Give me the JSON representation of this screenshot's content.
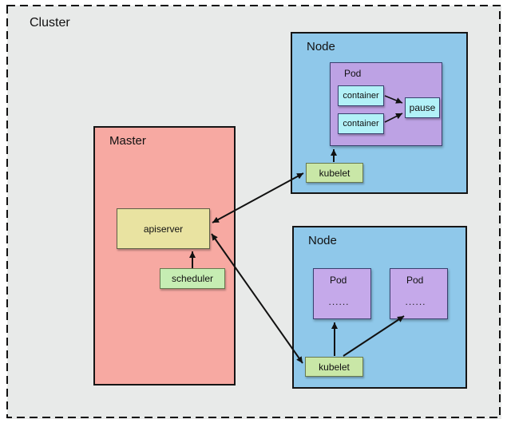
{
  "diagram": {
    "cluster": {
      "label": "Cluster"
    },
    "master": {
      "label": "Master",
      "apiserver": {
        "label": "apiserver"
      },
      "scheduler": {
        "label": "scheduler"
      }
    },
    "node_top": {
      "label": "Node",
      "pod": {
        "label": "Pod",
        "containers": [
          {
            "label": "container"
          },
          {
            "label": "container"
          }
        ],
        "pause": {
          "label": "pause"
        }
      },
      "kubelet": {
        "label": "kubelet"
      }
    },
    "node_bottom": {
      "label": "Node",
      "pods": [
        {
          "label": "Pod",
          "dots": "......"
        },
        {
          "label": "Pod",
          "dots": "......"
        }
      ],
      "kubelet": {
        "label": "kubelet"
      }
    },
    "edges": [
      {
        "from": "scheduler",
        "to": "apiserver",
        "direction": "one-way"
      },
      {
        "from": "kubelet-top",
        "to": "apiserver",
        "direction": "two-way"
      },
      {
        "from": "kubelet-bottom",
        "to": "apiserver",
        "direction": "two-way"
      },
      {
        "from": "kubelet-top",
        "to": "pod-top",
        "direction": "one-way"
      },
      {
        "from": "container-1",
        "to": "pause",
        "direction": "one-way"
      },
      {
        "from": "container-2",
        "to": "pause",
        "direction": "one-way"
      },
      {
        "from": "kubelet-bottom",
        "to": "pod-bottom-left",
        "direction": "one-way"
      },
      {
        "from": "kubelet-bottom",
        "to": "pod-bottom-right",
        "direction": "one-way"
      }
    ],
    "colors": {
      "cluster_bg": "#e8eae9",
      "master_bg": "#f7a9a2",
      "node_bg": "#8fc8ea",
      "pod_bg": "#bda2e4",
      "pod_bg_light": "#c5a9ea",
      "container_bg": "#b2f1f8",
      "apiserver_bg": "#e9e3a1",
      "scheduler_bg": "#c6edb3",
      "kubelet_bg": "#c9e7a7",
      "line": "#111111"
    }
  }
}
